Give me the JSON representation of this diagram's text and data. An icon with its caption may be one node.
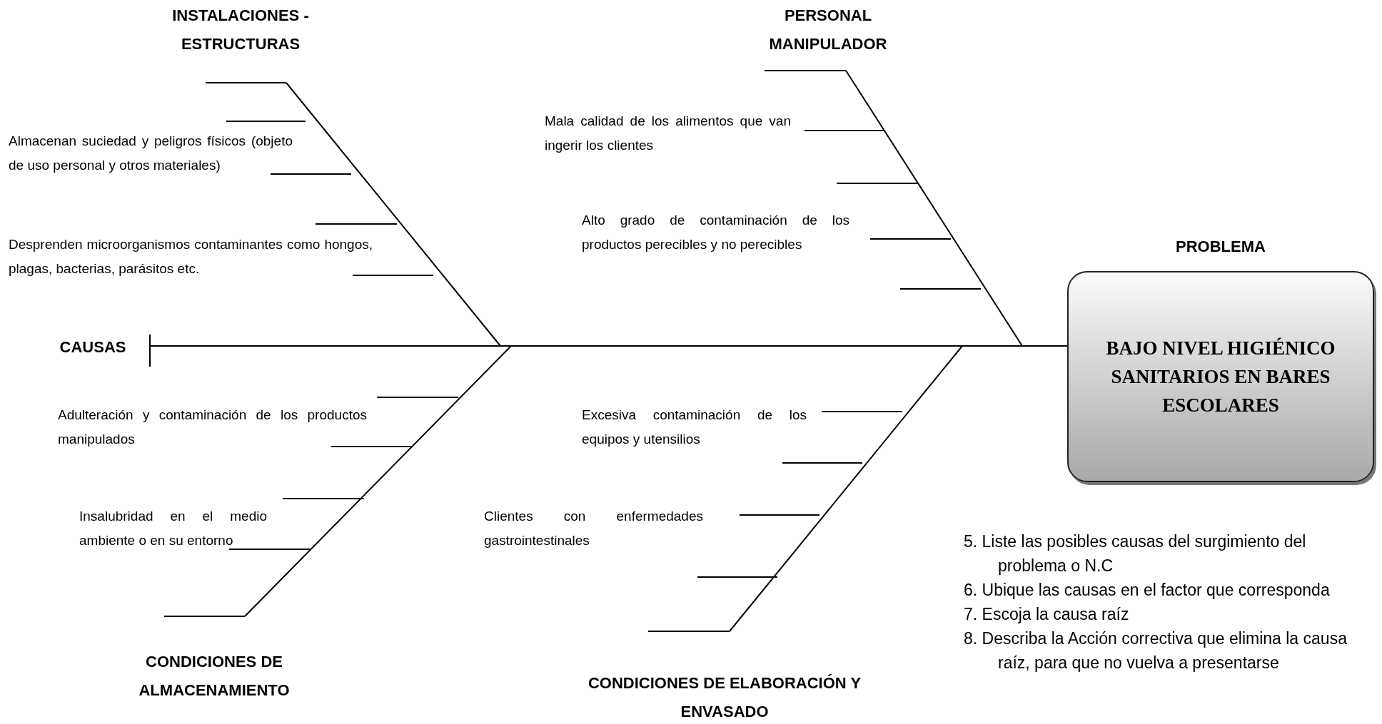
{
  "diagram": {
    "nodes": [
      {
        "text": [
          "INSTALACIONES - ESTRUCTURAS"
        ]
      },
      {
        "text": [
          "PERSONAL MANIPULADOR"
        ]
      },
      {
        "text": [
          "PROBLEMA",
          "BAJO NIVEL HIGIÉNICO SANITARIOS EN BARES ESCOLARES"
        ]
      },
      {
        "text": [
          "CAUSAS"
        ]
      },
      {
        "text": [
          "CONDICIONES DE ALMACENAMIENTO"
        ]
      },
      {
        "text": [
          "CONDICIONES DE ELABORACIÓN Y ENVASADO"
        ]
      }
    ],
    "edges": [
      {
        "from": 3,
        "to": 2,
        "arrow": "none"
      },
      {
        "from": 0,
        "to": null,
        "arrow": "none"
      },
      {
        "from": 1,
        "to": null,
        "arrow": "none"
      },
      {
        "from": 4,
        "to": null,
        "arrow": "none"
      },
      {
        "from": 5,
        "to": null,
        "arrow": "none"
      }
    ],
    "labels": [
      "Mala calidad de los alimentos que van ingerir los clientes",
      "Almacenan suciedad y peligros físicos (objeto de uso personal y otros materiales)",
      "Alto grado de contaminación de los productos perecibles y no perecibles",
      "Desprenden microorganismos contaminantes como hongos, plagas, bacterias, parásitos etc.",
      "Adulteración y contaminación de los productos manipulados",
      "Excesiva contaminación de los equipos y utensilios",
      "Insalubridad en el medio ambiente o en su entorno",
      "Clientes con enfermedades gastrointestinales",
      "5. Liste las posibles causas del surgimiento del problema o N.C",
      "6. Ubique las causas en el factor que corresponda",
      "7. Escoja la causa raíz",
      "8. Describa la Acción correctiva que elimina la causa raíz, para que no vuelva a presentarse"
    ]
  }
}
